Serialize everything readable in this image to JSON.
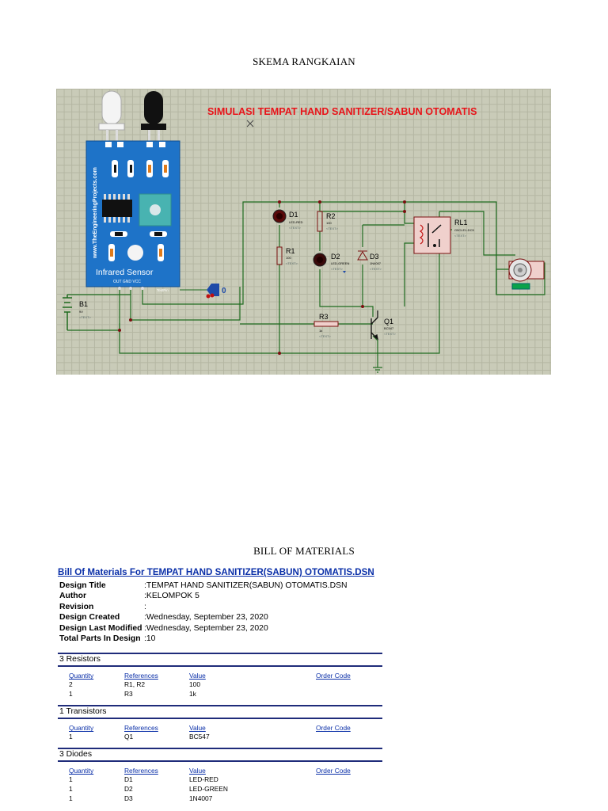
{
  "page": {
    "heading_schematic": "SKEMA RANGKAIAN",
    "heading_bom": "BILL OF MATERIALS"
  },
  "schematic": {
    "title": "SIMULASI TEMPAT HAND SANITIZER/SABUN OTOMATIS",
    "sensor": {
      "vertical_text": "www.TheEngineeringProjects.com",
      "label": "Infrared Sensor",
      "pins": "OUT  GND  VCC",
      "corner": "TestPin",
      "probe_value": "0"
    },
    "components": {
      "b1": {
        "ref": "B1",
        "val": "9V",
        "txt": "<TEXT>"
      },
      "d1": {
        "ref": "D1",
        "val": "LED-RED",
        "txt": "<TEXT>"
      },
      "r2": {
        "ref": "R2",
        "val": "100",
        "txt": "<TEXT>"
      },
      "r1": {
        "ref": "R1",
        "val": "100",
        "txt": "<TEXT>"
      },
      "d2": {
        "ref": "D2",
        "val": "LED-GREEN",
        "txt": "<TEXT>"
      },
      "d3": {
        "ref": "D3",
        "val": "1N4007",
        "txt": "<TEXT>"
      },
      "rl1": {
        "ref": "RL1",
        "val": "G5CLE1-DC5",
        "txt": "<TEXT>"
      },
      "r3": {
        "ref": "R3",
        "val": "1k",
        "txt": "<TEXT>"
      },
      "q1": {
        "ref": "Q1",
        "val": "BC547",
        "txt": "<TEXT>"
      }
    },
    "colors": {
      "grid_bg": "#c9cbb8",
      "wire": "#1f6b1f",
      "title": "#e8141a",
      "board": "#1e73c8"
    }
  },
  "bom": {
    "title": "Bill Of Materials For TEMPAT HAND SANITIZER(SABUN) OTOMATIS.DSN",
    "meta": [
      {
        "key": "Design Title",
        "value": ":TEMPAT HAND SANITIZER(SABUN) OTOMATIS.DSN"
      },
      {
        "key": "Author",
        "value": ":KELOMPOK 5"
      },
      {
        "key": "Revision",
        "value": ":"
      },
      {
        "key": "Design Created",
        "value": ":Wednesday, September 23, 2020"
      },
      {
        "key": "Design Last Modified",
        "value": ":Wednesday, September 23, 2020"
      },
      {
        "key": "Total Parts In Design",
        "value": ":10"
      }
    ],
    "columns": [
      "Quantity",
      "References",
      "Value",
      "Order Code"
    ],
    "sections": [
      {
        "title": "3 Resistors",
        "rows": [
          [
            "2",
            "R1, R2",
            "100",
            ""
          ],
          [
            "1",
            "R3",
            "1k",
            ""
          ]
        ]
      },
      {
        "title": "1 Transistors",
        "rows": [
          [
            "1",
            "Q1",
            "BC547",
            ""
          ]
        ]
      },
      {
        "title": "3 Diodes",
        "rows": [
          [
            "1",
            "D1",
            "LED-RED",
            ""
          ],
          [
            "1",
            "D2",
            "LED-GREEN",
            ""
          ],
          [
            "1",
            "D3",
            "1N4007",
            ""
          ]
        ]
      }
    ]
  }
}
